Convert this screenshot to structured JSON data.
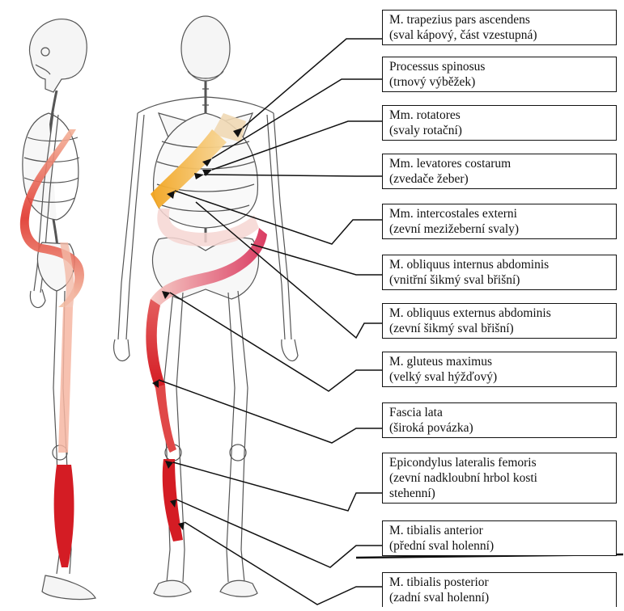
{
  "labels": [
    {
      "latin": "M. trapezius pars ascendens",
      "czech": "(sval kápový, část vzestupná)"
    },
    {
      "latin": "Processus spinosus",
      "czech": "(trnový výběžek)"
    },
    {
      "latin": "Mm. rotatores",
      "czech": "(svaly rotační)"
    },
    {
      "latin": "Mm. levatores costarum",
      "czech": "(zvedače žeber)"
    },
    {
      "latin": "Mm. intercostales externi",
      "czech": "(zevní mezižeberní svaly)"
    },
    {
      "latin": "M. obliquus internus abdominis",
      "czech": "(vnitřní šikmý sval břišní)"
    },
    {
      "latin": "M. obliquus externus abdominis",
      "czech": "(zevní šikmý sval břišní)"
    },
    {
      "latin": "M. gluteus maximus",
      "czech": "(velký sval hýžďový)"
    },
    {
      "latin": "Fascia lata",
      "czech": "(široká povázka)"
    },
    {
      "latin": "Epicondylus lateralis femoris",
      "czech": "(zevní nadkloubní hrbol kosti",
      "czech2": "stehenní)"
    },
    {
      "latin": "M. tibialis anterior",
      "czech": "(přední sval holenní)"
    },
    {
      "latin": "M. tibialis posterior",
      "czech": "(zadní sval holenní)"
    }
  ],
  "colors": {
    "muscle_red": "#d81f26",
    "muscle_orange": "#f0a030",
    "muscle_pink": "#f08080",
    "bone_line": "#555555",
    "leader": "#111111"
  }
}
